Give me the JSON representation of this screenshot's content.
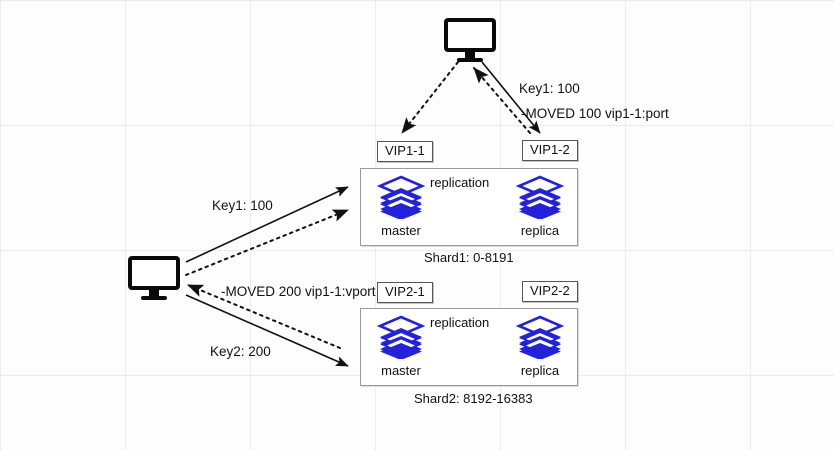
{
  "diagram": {
    "title": "Redis Cluster sharding with VIP and MOVED redirection",
    "background": "#fdfdfd",
    "grid_color": "#ececec",
    "grid_size": 125,
    "accent_color": "#2222dd",
    "line_color": "#111111"
  },
  "clients": [
    {
      "id": "client-top",
      "icon": "monitor-icon"
    },
    {
      "id": "client-left",
      "icon": "monitor-icon"
    }
  ],
  "vip_labels": [
    {
      "id": "vip1-1",
      "text": "VIP1-1"
    },
    {
      "id": "vip1-2",
      "text": "VIP1-2"
    },
    {
      "id": "vip2-1",
      "text": "VIP2-1"
    },
    {
      "id": "vip2-2",
      "text": "VIP2-2"
    }
  ],
  "shards": [
    {
      "id": "shard1",
      "caption": "Shard1: 0-8191",
      "replication_label": "replication",
      "master": {
        "icon": "database-stack-icon",
        "caption": "master"
      },
      "replica": {
        "icon": "database-stack-icon",
        "caption": "replica"
      }
    },
    {
      "id": "shard2",
      "caption": "Shard2: 8192-16383",
      "replication_label": "replication",
      "master": {
        "icon": "database-stack-icon",
        "caption": "master"
      },
      "replica": {
        "icon": "database-stack-icon",
        "caption": "replica"
      }
    }
  ],
  "edge_labels": [
    {
      "id": "top-key1",
      "text": "Key1: 100"
    },
    {
      "id": "top-moved",
      "text": "-MOVED 100 vip1-1:port"
    },
    {
      "id": "left-key1",
      "text": "Key1: 100"
    },
    {
      "id": "left-moved",
      "text": "-MOVED 200 vip1-1:vport"
    },
    {
      "id": "left-key2",
      "text": "Key2: 200"
    }
  ]
}
